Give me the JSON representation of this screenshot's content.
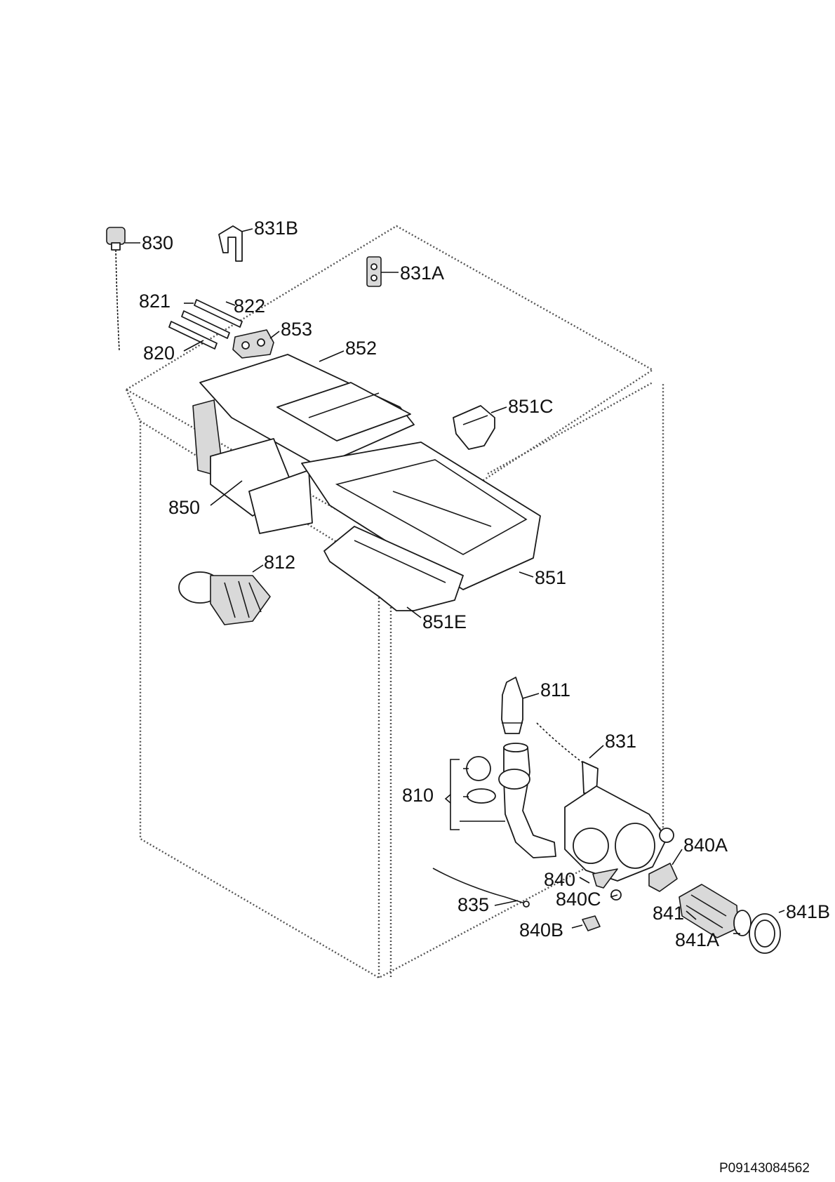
{
  "document_id": "P09143084562",
  "labels": {
    "p830": "830",
    "p831b": "831B",
    "p831a": "831A",
    "p821": "821",
    "p822": "822",
    "p820": "820",
    "p853": "853",
    "p852": "852",
    "p851c": "851C",
    "p850": "850",
    "p851": "851",
    "p812": "812",
    "p851e": "851E",
    "p811": "811",
    "p831": "831",
    "p810": "810",
    "p840a": "840A",
    "p840": "840",
    "p840c": "840C",
    "p835": "835",
    "p841": "841",
    "p841b": "841B",
    "p841a": "841A",
    "p840b": "840B"
  }
}
